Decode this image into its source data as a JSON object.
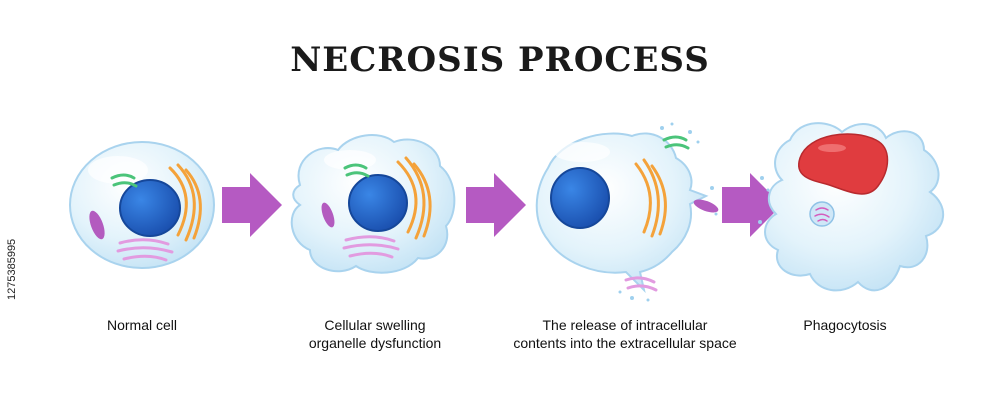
{
  "title": "NECROSIS PROCESS",
  "stages": [
    {
      "caption_line1": "Normal cell",
      "caption_line2": ""
    },
    {
      "caption_line1": "Cellular swelling",
      "caption_line2": "organelle dysfunction"
    },
    {
      "caption_line1": "The release of intracellular",
      "caption_line2": "contents into the extracellular space"
    },
    {
      "caption_line1": "Phagocytosis",
      "caption_line2": ""
    }
  ],
  "side_id": "1275385995",
  "colors": {
    "cytoplasm": "#d9eef9",
    "membrane": "#a9d3ee",
    "nucleus": "#1e63c9",
    "nucleus_edge": "#15479a",
    "golgi": "#f4a23a",
    "er": "#e29be0",
    "mitochondria": "#b35bbf",
    "ribosome_green": "#4bc47a",
    "arrow": "#b55ac2",
    "vacuole_red": "#e03c3f"
  }
}
